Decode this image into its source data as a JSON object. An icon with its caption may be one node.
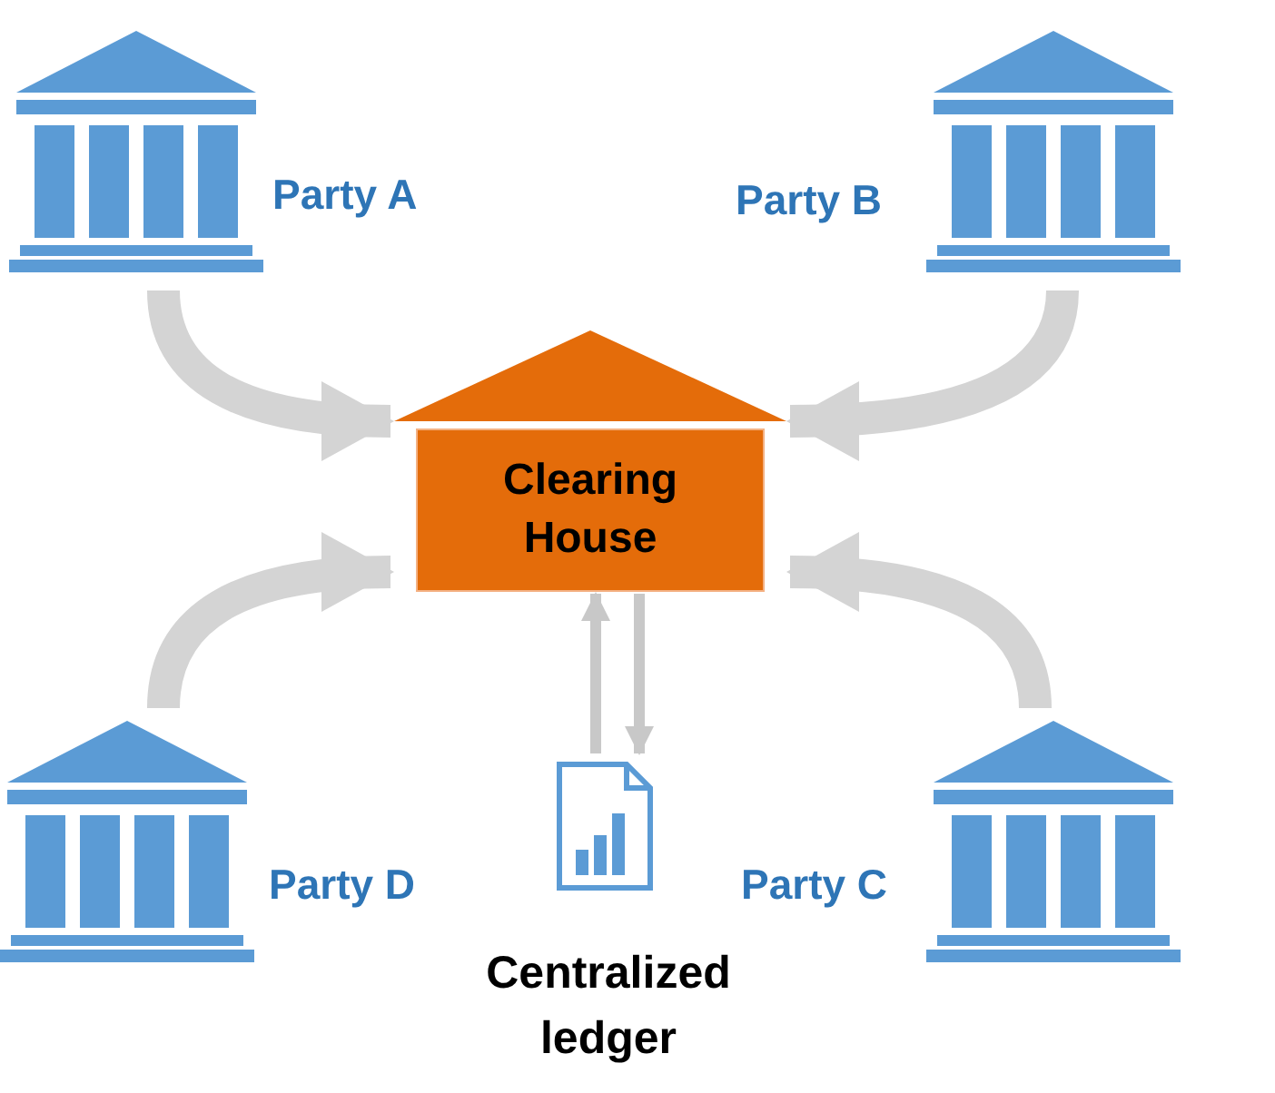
{
  "diagram": {
    "nodes": [
      {
        "text": [
          "Party A"
        ]
      },
      {
        "text": [
          "Party B"
        ]
      },
      {
        "text": [
          "Clearing House"
        ]
      },
      {
        "text": [
          "Party D"
        ]
      },
      {
        "text": [
          "Party C"
        ]
      },
      {
        "text": [
          "Centralized ledger"
        ]
      }
    ],
    "edges": [
      {
        "from": 0,
        "to": 2,
        "arrow": "to"
      },
      {
        "from": 1,
        "to": 2,
        "arrow": "to"
      },
      {
        "from": 3,
        "to": 2,
        "arrow": "to"
      },
      {
        "from": 4,
        "to": 2,
        "arrow": "to"
      },
      {
        "from": 5,
        "to": 2,
        "arrow": "to"
      },
      {
        "from": 2,
        "to": 5,
        "arrow": "to"
      }
    ]
  }
}
